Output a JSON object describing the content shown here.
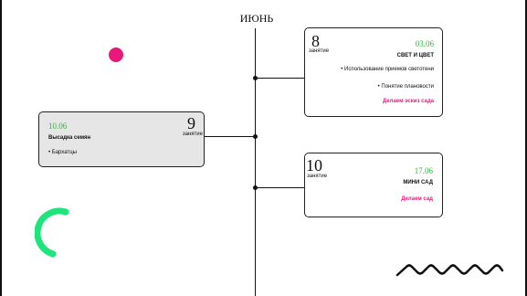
{
  "month": "ИЮНЬ",
  "colors": {
    "date_green": "#33b540",
    "link_pink": "#e6197f",
    "dot_pink": "#e8197b",
    "arc_green": "#1ee57a",
    "card_gray": "#e6e6e6"
  },
  "cards": [
    {
      "number": "8",
      "number_label": "занятие",
      "date": "03.06",
      "title": "СВЕТ И ЦВЕТ",
      "bullets": [
        "• Использование приемов светотени",
        "• Понятие плановости"
      ],
      "task": "Делаем эскиз сада"
    },
    {
      "number": "9",
      "number_label": "занятие",
      "date": "10.06",
      "title": "Высадка семян",
      "bullets": [
        "• Бархатцы"
      ]
    },
    {
      "number": "10",
      "number_label": "занятие",
      "date": "17.06",
      "title": "МИНИ САД",
      "bullets": [],
      "task": "Делаем сад"
    }
  ],
  "decorations": [
    "pink-dot",
    "green-arc",
    "zigzag-wave"
  ]
}
